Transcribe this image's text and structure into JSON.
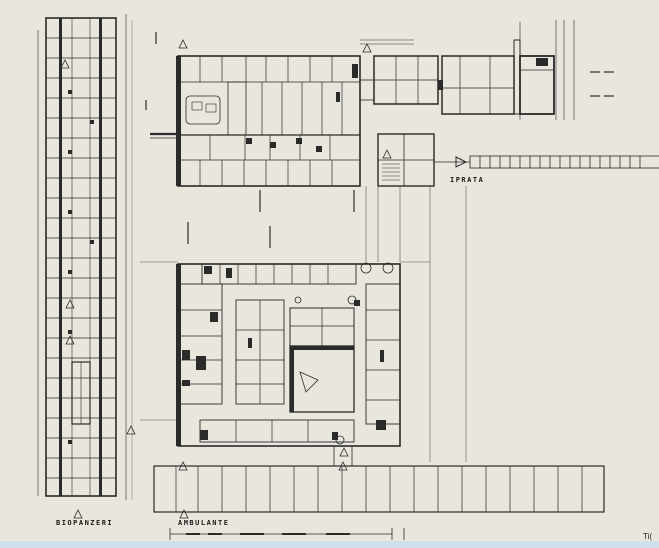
{
  "labels": {
    "left_wing": "BIOPANZERI",
    "bottom_wing": "AMBULANTE",
    "entrance": "IPRATA",
    "page_tail": "Ti("
  },
  "colors": {
    "paper": "#e9e6dd",
    "ink": "#2a2a2a",
    "light_ink": "#777777",
    "bottom_band": "#cfe0ec"
  },
  "icons": [
    "north-triangle-marker",
    "entrance-arrow-icon",
    "tree-circle-marker",
    "scale-bar"
  ]
}
